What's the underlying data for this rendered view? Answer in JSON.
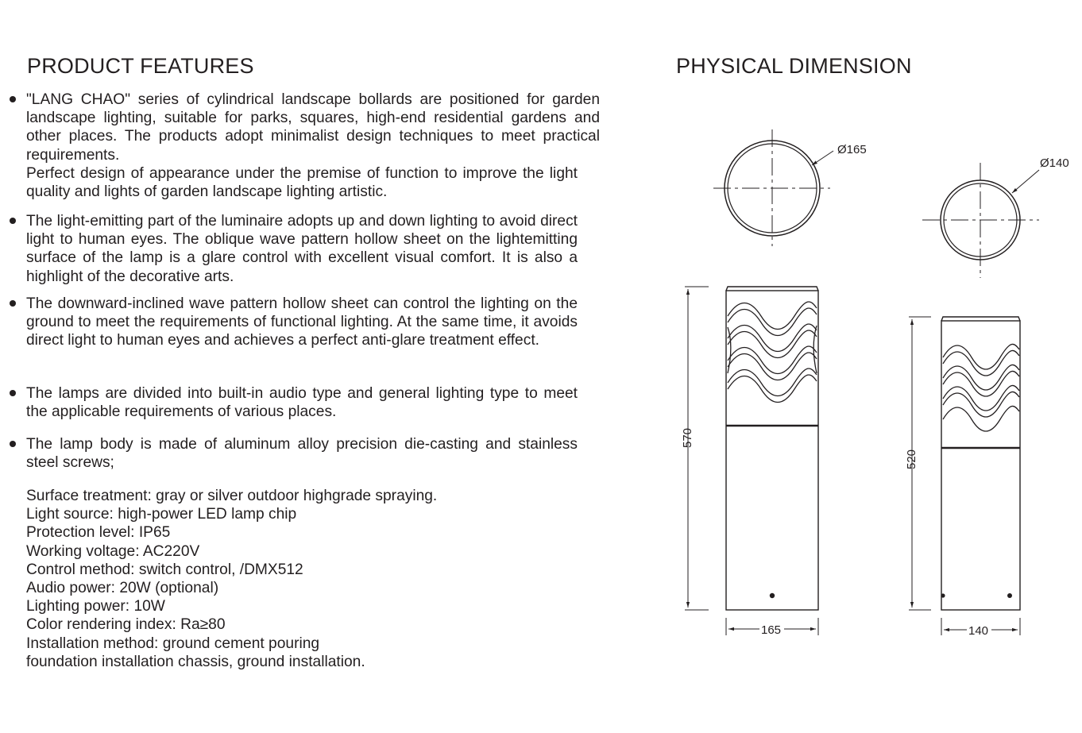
{
  "features": {
    "heading": "PRODUCT FEATURES",
    "items": [
      {
        "lines": [
          "\"LANG CHAO\" series of cylindrical landscape bollards are positioned for garden landscape lighting, suitable for parks, squares, high-end residential gardens and other places. The products adopt minimalist design techniques to meet practical requirements.",
          "Perfect design of appearance under the premise of function to improve the light quality and lights of garden landscape lighting artistic."
        ]
      },
      {
        "lines": [
          "The light-emitting part of the luminaire adopts up and down lighting to avoid direct light to human eyes. The oblique wave pattern hollow sheet on the lightemitting surface of the lamp is a glare control with excellent visual comfort. It is also a highlight of the decorative arts."
        ]
      },
      {
        "lines": [
          "The downward-inclined wave pattern hollow sheet can control the lighting on the ground to meet the requirements of functional lighting. At the same time, it avoids direct light to human eyes and achieves a perfect anti-glare treatment effect."
        ]
      },
      {
        "lines": [
          "The lamps are divided into built-in audio type and general lighting type to meet the applicable requirements of various places."
        ]
      },
      {
        "lines": [
          "The lamp body is made of aluminum alloy precision die-casting and stainless steel screws;"
        ]
      }
    ],
    "specs": [
      "Surface treatment: gray or silver outdoor highgrade spraying.",
      "Light source: high-power LED lamp chip",
      "Protection level: IP65",
      "Working voltage: AC220V",
      "Control method: switch control, /DMX512",
      "Audio power: 20W (optional)",
      "Lighting power: 10W",
      "Color rendering index: Ra≥80",
      "Installation method: ground cement pouring",
      "foundation installation chassis, ground installation."
    ]
  },
  "dimension": {
    "heading": "PHYSICAL DIMENSION",
    "large": {
      "diameter_label": "Ø165",
      "height_label": "570",
      "width_label": "165"
    },
    "small": {
      "diameter_label": "Ø140",
      "height_label": "520",
      "width_label": "140"
    }
  }
}
